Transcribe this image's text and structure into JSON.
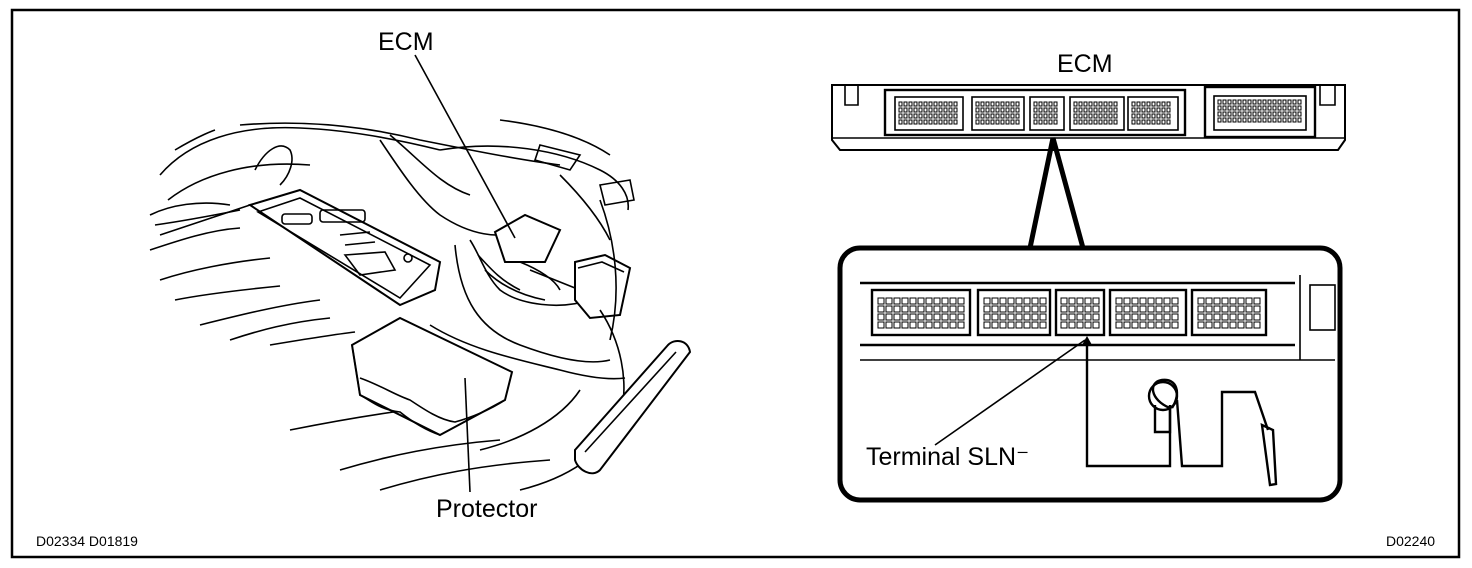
{
  "left_panel": {
    "label_ecm": "ECM",
    "label_protector": "Protector",
    "code": "D02334 D01819"
  },
  "right_panel": {
    "label_ecm": "ECM",
    "label_terminal": "Terminal SLN⁻",
    "code": "D02240"
  }
}
